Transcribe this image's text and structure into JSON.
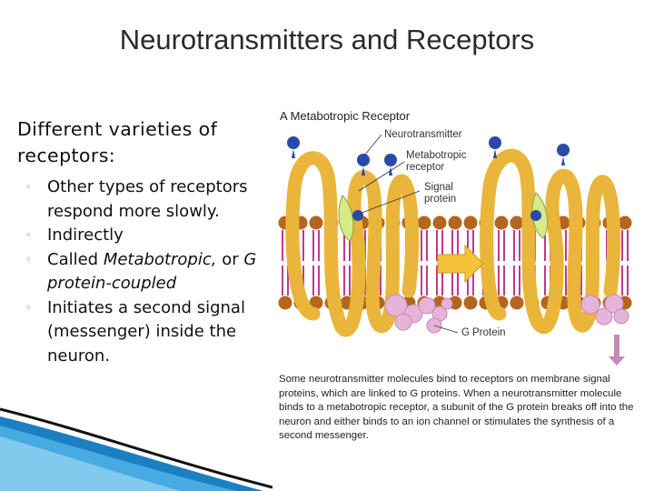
{
  "slide": {
    "title": "Neurotransmitters and Receptors",
    "heading": "Different varieties of receptors:",
    "bullets": [
      {
        "text": "Other types of receptors respond more slowly."
      },
      {
        "text": "Indirectly"
      },
      {
        "pre": "Called ",
        "em": "Metabotropic,",
        "post": " or ",
        "em2": "G protein-coupled"
      },
      {
        "text": "Initiates a second signal (messenger) inside the neuron."
      }
    ]
  },
  "figure": {
    "title": "A Metabotropic Receptor",
    "labels": {
      "neurotransmitter": "Neurotransmitter",
      "metabotropic_receptor": "Metabotropic receptor",
      "signal_protein": "Signal protein",
      "g_protein": "G Protein"
    },
    "caption": "Some neurotransmitter molecules bind to receptors on membrane signal proteins, which are linked to G proteins. When a neurotransmitter molecule binds to a metabotropic receptor, a subunit of the G protein breaks off into the neuron and either binds to an ion channel or stimulates the synthesis of a second messenger."
  },
  "colors": {
    "receptor": "#f2c84a",
    "lipid_head": "#b5651d",
    "lipid_tail": "#c0398f",
    "neurotransmitter": "#2a4aa8",
    "g_protein": "#e6b4d8",
    "arrow": "#f5c23a",
    "accent_band": "#1b7fc1"
  }
}
